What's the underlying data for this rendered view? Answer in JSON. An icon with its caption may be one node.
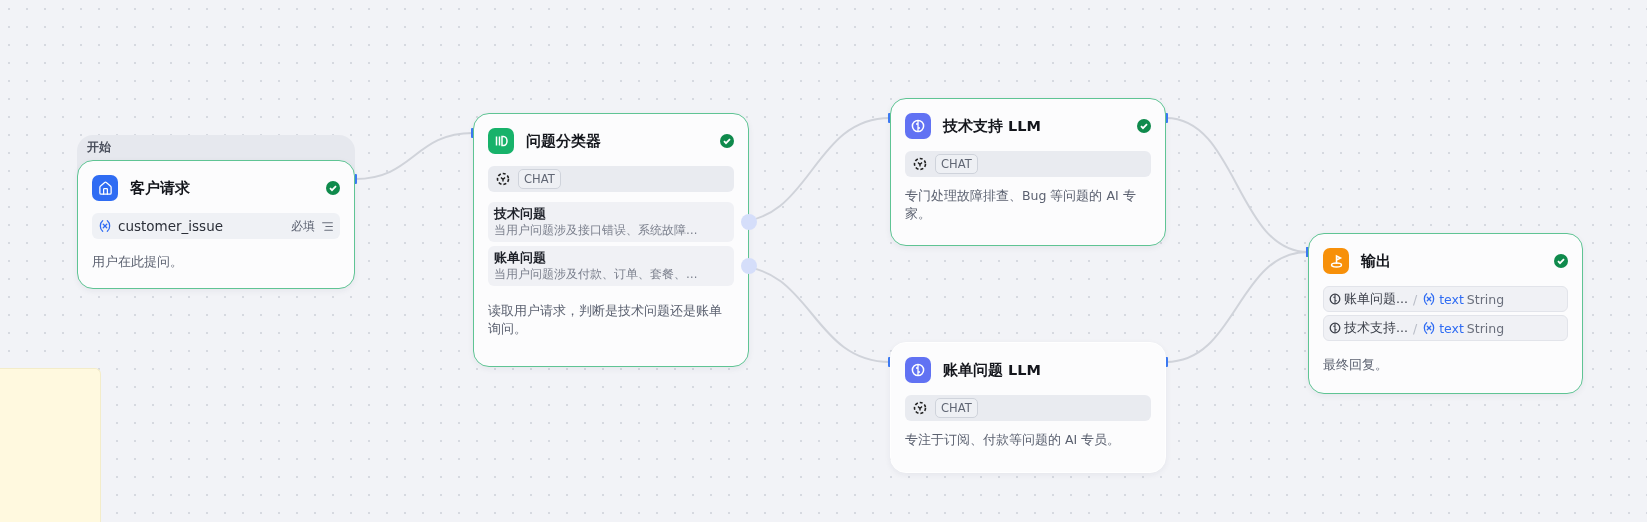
{
  "diagram": {
    "nodes": [
      {
        "text": [
          "开始"
        ]
      },
      {
        "text": [
          "客户请求",
          "customer_issue",
          "必填",
          "用户在此提问。"
        ],
        "in": 0
      },
      {
        "text": [
          "问题分类器",
          "CHAT",
          "读取用户请求，判断是技术问题还是账单询问。"
        ]
      },
      {
        "text": [
          "技术问题",
          "当用户问题涉及接口错误、系统故障…"
        ],
        "in": 2
      },
      {
        "text": [
          "账单问题",
          "当用户问题涉及付款、订单、套餐、…"
        ],
        "in": 2
      },
      {
        "text": [
          "技术支持 LLM",
          "CHAT",
          "专门处理故障排查、Bug 等问题的 AI 专家。"
        ]
      },
      {
        "text": [
          "账单问题 LLM",
          "CHAT",
          "专注于订阅、付款等问题的 AI 专员。"
        ]
      },
      {
        "text": [
          "输出",
          "账单问题...",
          "/",
          "text",
          "String",
          "技术支持...",
          "/",
          "text",
          "String",
          "最终回复。"
        ]
      },
      {
        "text": [],
        "shape": "box"
      }
    ],
    "edges": [
      {
        "from": 1,
        "to": 2,
        "arrow": "other"
      },
      {
        "from": 3,
        "to": 5,
        "arrow": "other"
      },
      {
        "from": 4,
        "to": 6,
        "arrow": "other"
      },
      {
        "from": 5,
        "to": 7,
        "arrow": "other"
      },
      {
        "from": 6,
        "to": 7,
        "arrow": "other"
      }
    ]
  }
}
